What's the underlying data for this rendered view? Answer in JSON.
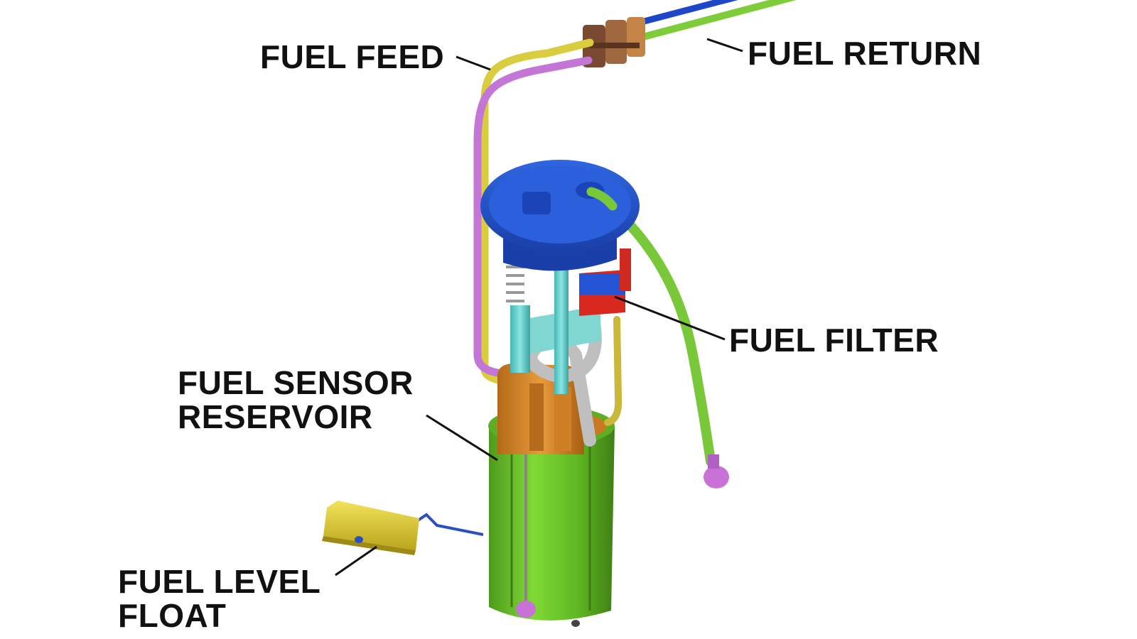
{
  "labels": {
    "fuel_feed": "FUEL FEED",
    "fuel_return": "FUEL RETURN",
    "fuel_filter": "FUEL FILTER",
    "fuel_sensor_reservoir": [
      "FUEL SENSOR",
      "RESERVOIR"
    ],
    "fuel_level_float": [
      "FUEL LEVEL",
      "FLOAT"
    ]
  },
  "colors": {
    "flange_blue": "#1f4fc4",
    "reservoir_green": "#6fcf2a",
    "feed_line_yellow": "#e3d64a",
    "return_line_green": "#86d03a",
    "purple_line": "#c97ad8",
    "filter_red": "#d9281d",
    "float_yellow": "#e9d43a",
    "teal_parts": "#6ad1cf",
    "orange_parts": "#d98a2b",
    "leader_line": "#111111"
  }
}
